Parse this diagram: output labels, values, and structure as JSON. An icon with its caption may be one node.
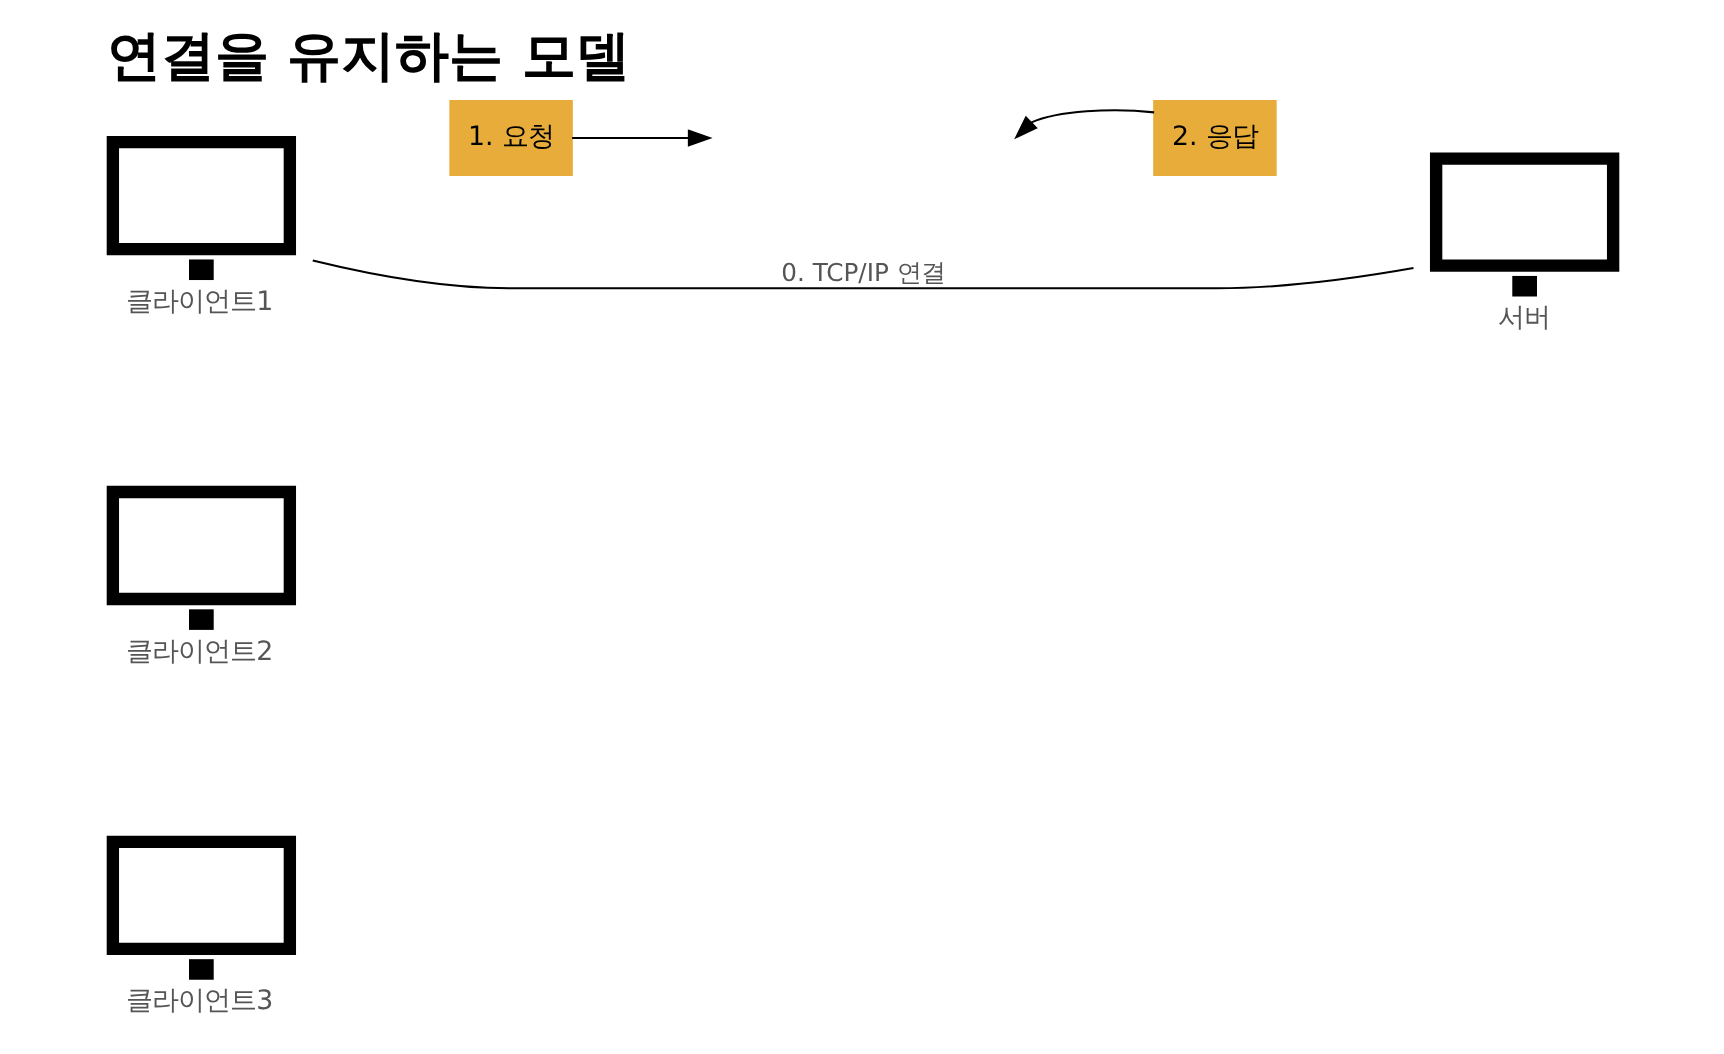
{
  "diagram": {
    "title": "연결을 유지하는 모델",
    "nodes": [
      {
        "text": [],
        "shape": "monitor",
        "beside": [
          "클라이언트1"
        ]
      },
      {
        "text": [
          "1. 요청"
        ]
      },
      {
        "text": [
          "2. 응답"
        ]
      },
      {
        "text": [],
        "shape": "monitor",
        "beside": [
          "서버"
        ]
      },
      {
        "text": [],
        "shape": "monitor",
        "beside": [
          "클라이언트2"
        ]
      },
      {
        "text": [],
        "shape": "monitor",
        "beside": [
          "클라이언트3"
        ]
      }
    ],
    "edges": [
      {
        "from": 0,
        "to": 3,
        "arrow": "none",
        "label": "0. TCP/IP 연결"
      },
      {
        "from": 1,
        "to": null,
        "arrow": "to"
      },
      {
        "from": 2,
        "to": null,
        "arrow": "to"
      }
    ]
  }
}
